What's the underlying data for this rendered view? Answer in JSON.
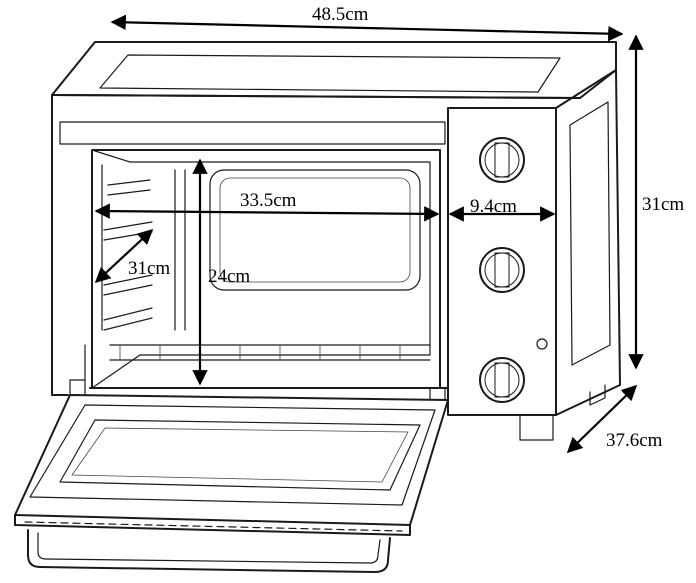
{
  "dimensions": {
    "overall_width": "48.5cm",
    "overall_height": "31cm",
    "overall_depth": "37.6cm",
    "interior_width": "33.5cm",
    "interior_height": "24cm",
    "interior_depth": "31cm",
    "control_panel_width": "9.4cm"
  },
  "icons": {
    "dimension_arrow": "double-headed-arrow",
    "knob": "rotary-knob"
  },
  "colors": {
    "stroke": "#1a1a1a",
    "background": "#ffffff"
  }
}
